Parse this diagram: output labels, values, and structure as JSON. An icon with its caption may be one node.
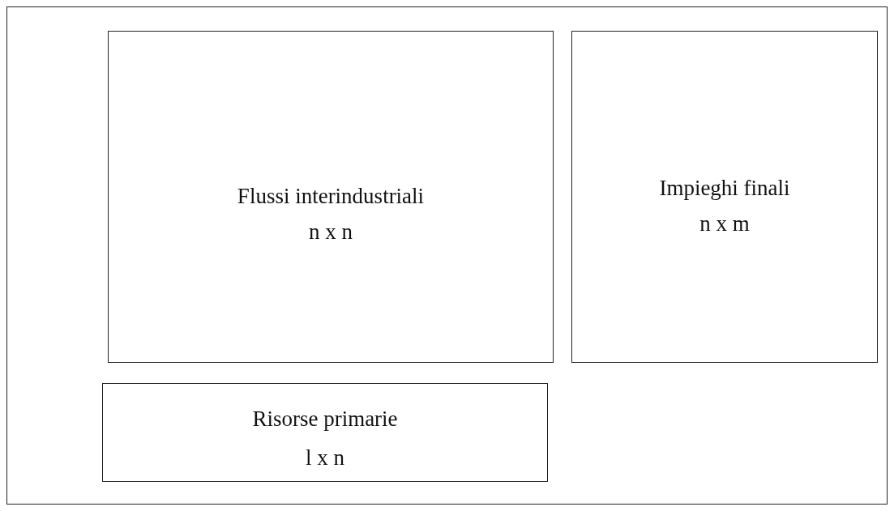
{
  "diagram": {
    "nodes": [
      {
        "text": [],
        "shape": "box"
      },
      {
        "text": [
          "Flussi interindustriali",
          "n x n"
        ],
        "in": 0
      },
      {
        "text": [
          "Impieghi finali",
          "n x m"
        ],
        "in": 0
      },
      {
        "text": [
          "Risorse primarie",
          "l x n"
        ],
        "in": 0
      }
    ],
    "edges": []
  }
}
